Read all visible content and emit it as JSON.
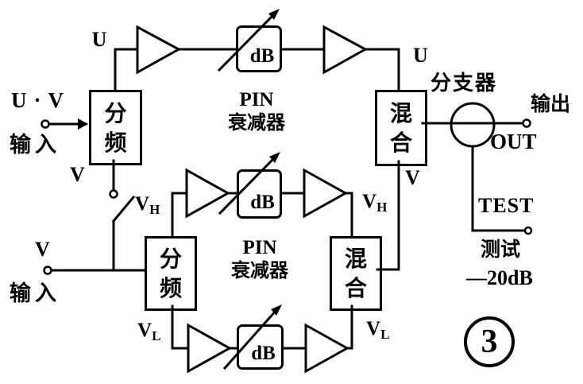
{
  "figure": {
    "number": "3",
    "upper_section": {
      "input_signal": "U·V",
      "input_label": "输入",
      "divider": {
        "char1": "分",
        "char2": "频"
      },
      "u_out_label": "U",
      "v_out_label": "V",
      "attenuator_name_line1": "PIN",
      "attenuator_name_line2": "衰减器",
      "attenuator_box_label": "dB",
      "mixer": {
        "char1": "混",
        "char2": "合"
      },
      "mixer_u_in_label": "U",
      "mixer_v_in_label": "V"
    },
    "lower_section": {
      "input_signal": "V",
      "input_label": "输入",
      "divider": {
        "char1": "分",
        "char2": "频"
      },
      "vh_label": {
        "base": "V",
        "sub": "H"
      },
      "vl_label": {
        "base": "V",
        "sub": "L"
      },
      "attenuator_name_line1": "PIN",
      "attenuator_name_line2": "衰减器",
      "attenuator_box_label": "dB",
      "mixer": {
        "char1": "混",
        "char2": "合"
      }
    },
    "output_section": {
      "splitter_label": "分支器",
      "output_label_cn": "输出",
      "output_label_en": "OUT",
      "test_label_en": "TEST",
      "test_label_cn": "测试",
      "test_level": "—20dB"
    },
    "colors": {
      "ink": "#000000",
      "background": "#ffffff"
    }
  }
}
